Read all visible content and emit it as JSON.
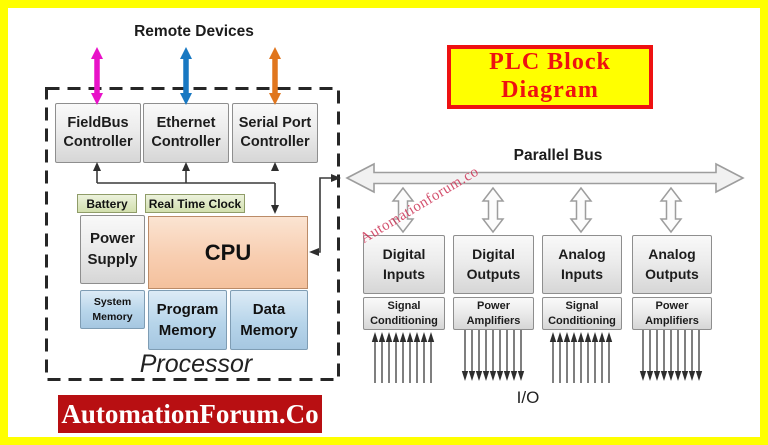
{
  "page": {
    "remote_devices": "Remote Devices",
    "parallel_bus": "Parallel Bus",
    "processor": "Processor",
    "io": "I/O",
    "watermark": "Automationforum.co",
    "banner": "AutomationForum.Co",
    "title_line1": "PLC Block",
    "title_line2": "Diagram"
  },
  "colors": {
    "frame_yellow": "#ffff00",
    "title_red": "#ee1111",
    "banner_red": "#b80f12",
    "fieldbus_arrow": "#e812c8",
    "ethernet_arrow": "#1878c2",
    "serial_arrow": "#e0761e"
  },
  "controllers": [
    {
      "line1": "FieldBus",
      "line2": "Controller",
      "arrow_color": "#e812c8"
    },
    {
      "line1": "Ethernet",
      "line2": "Controller",
      "arrow_color": "#1878c2"
    },
    {
      "line1": "Serial Port",
      "line2": "Controller",
      "arrow_color": "#e0761e"
    }
  ],
  "processor_blocks": {
    "battery": "Battery",
    "real_time_clock": "Real Time Clock",
    "power_supply_line1": "Power",
    "power_supply_line2": "Supply",
    "cpu": "CPU",
    "system_memory_line1": "System",
    "system_memory_line2": "Memory",
    "program_memory_line1": "Program",
    "program_memory_line2": "Memory",
    "data_memory_line1": "Data",
    "data_memory_line2": "Memory"
  },
  "io_columns": [
    {
      "top_line1": "Digital",
      "top_line2": "Inputs",
      "sub_line1": "Signal",
      "sub_line2": "Conditioning",
      "direction": "in"
    },
    {
      "top_line1": "Digital",
      "top_line2": "Outputs",
      "sub_line1": "Power",
      "sub_line2": "Amplifiers",
      "direction": "out"
    },
    {
      "top_line1": "Analog",
      "top_line2": "Inputs",
      "sub_line1": "Signal",
      "sub_line2": "Conditioning",
      "direction": "in"
    },
    {
      "top_line1": "Analog",
      "top_line2": "Outputs",
      "sub_line1": "Power",
      "sub_line2": "Amplifiers",
      "direction": "out"
    }
  ]
}
